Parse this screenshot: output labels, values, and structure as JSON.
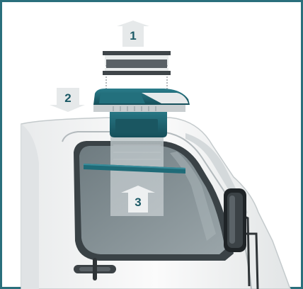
{
  "steps": [
    {
      "label": "1",
      "direction": "up"
    },
    {
      "label": "2",
      "direction": "down"
    },
    {
      "label": "3",
      "direction": "up"
    }
  ],
  "colors": {
    "border": "#2a6f7c",
    "accent_teal": "#1f6b78",
    "accent_teal_dark": "#164f5a",
    "arrow_fill": "#e6e9ea",
    "cab_body": "#f2f3f4",
    "window_glass": "#7d8a8f",
    "gasket": "#555b5f"
  },
  "icons": [
    "arrow-up-icon",
    "arrow-down-icon",
    "door-handle-icon",
    "side-mirror-icon"
  ]
}
